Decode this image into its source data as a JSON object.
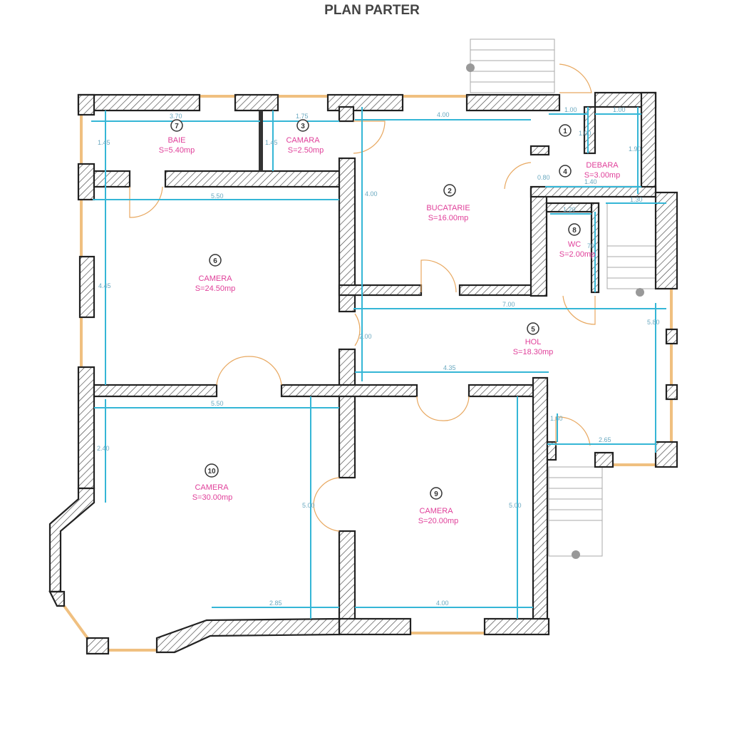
{
  "title": "PLAN PARTER",
  "rooms": [
    {
      "num": "1",
      "name": "",
      "area": ""
    },
    {
      "num": "2",
      "name": "BUCATARIE",
      "area": "S=16.00mp"
    },
    {
      "num": "3",
      "name": "CAMARA",
      "area": "S=2.50mp"
    },
    {
      "num": "4",
      "name": "DEBARA",
      "area": "S=3.00mp"
    },
    {
      "num": "5",
      "name": "HOL",
      "area": "S=18.30mp"
    },
    {
      "num": "6",
      "name": "CAMERA",
      "area": "S=24.50mp"
    },
    {
      "num": "7",
      "name": "BAIE",
      "area": "S=5.40mp"
    },
    {
      "num": "8",
      "name": "WC",
      "area": "S=2.00mp"
    },
    {
      "num": "9",
      "name": "CAMERA",
      "area": "S=20.00mp"
    },
    {
      "num": "10",
      "name": "CAMERA",
      "area": "S=30.00mp"
    }
  ],
  "dims": [
    "3.70",
    "1.75",
    "4.00",
    "1.00",
    "1.00",
    "1.00",
    "1.45",
    "1.45",
    "1.90",
    "0.80",
    "1.40",
    "5.50",
    "4.00",
    "1.20",
    "1.30",
    "70",
    "4.45",
    "7.00",
    "2.00",
    "5.80",
    "4.35",
    "5.50",
    "1.60",
    "2.65",
    "2.40",
    "5.00",
    "5.00",
    "2.85",
    "4.00"
  ],
  "colors": {
    "dimension": "#35b6d6",
    "label": "#e0409a",
    "window": "#f0c080"
  }
}
